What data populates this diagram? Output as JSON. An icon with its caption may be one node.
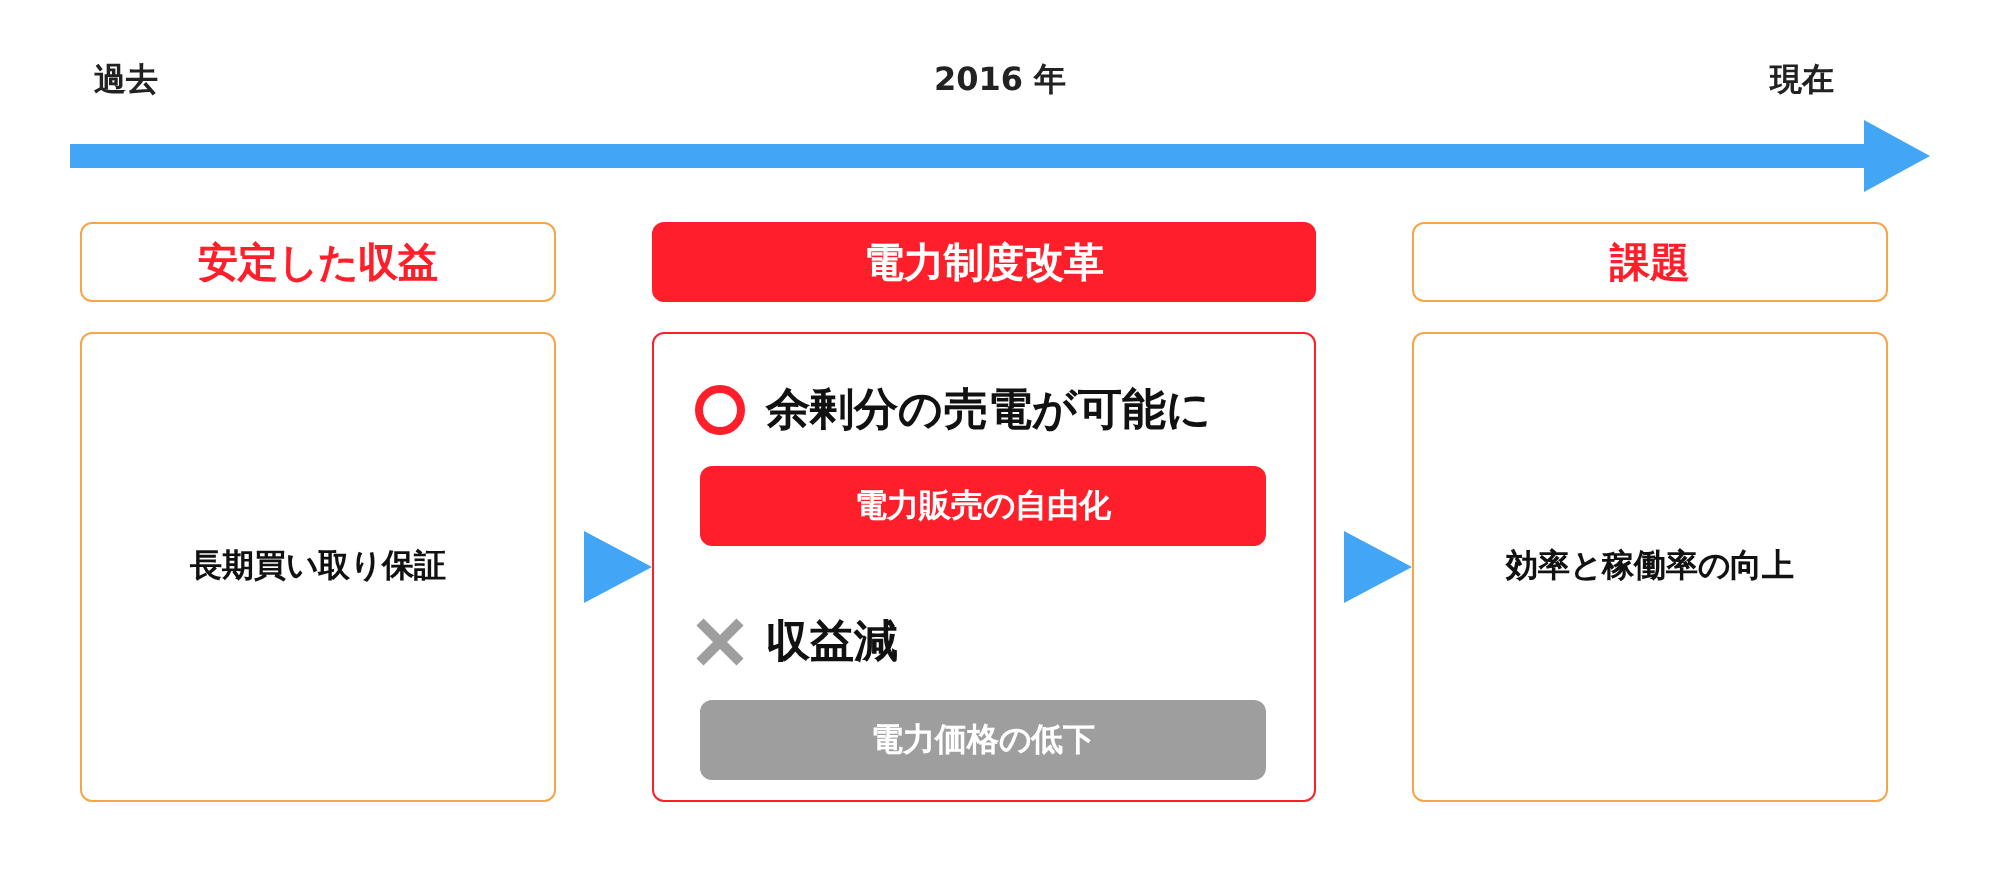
{
  "diagram": {
    "nodes": [
      {
        "text": [
          "安定した収益"
        ]
      },
      {
        "text": [
          "長期買い取り保証"
        ]
      },
      {
        "text": [
          "電力制度改革"
        ]
      },
      {
        "text": [],
        "shape": "box"
      },
      {
        "text": [
          "余剰分の売電が可能に"
        ],
        "in": 3
      },
      {
        "text": [
          "電力販売の自由化"
        ],
        "in": 3
      },
      {
        "text": [
          "収益減"
        ],
        "in": 3
      },
      {
        "text": [
          "電力価格の低下"
        ],
        "in": 3
      },
      {
        "text": [
          "課題"
        ]
      },
      {
        "text": [
          "効率と稼働率の向上"
        ]
      }
    ],
    "edges": [
      {
        "from": 1,
        "to": 3,
        "arrow": "to"
      },
      {
        "from": 3,
        "to": 9,
        "arrow": "to"
      }
    ],
    "labels": [
      "過去",
      "2016 年",
      "現在"
    ]
  }
}
